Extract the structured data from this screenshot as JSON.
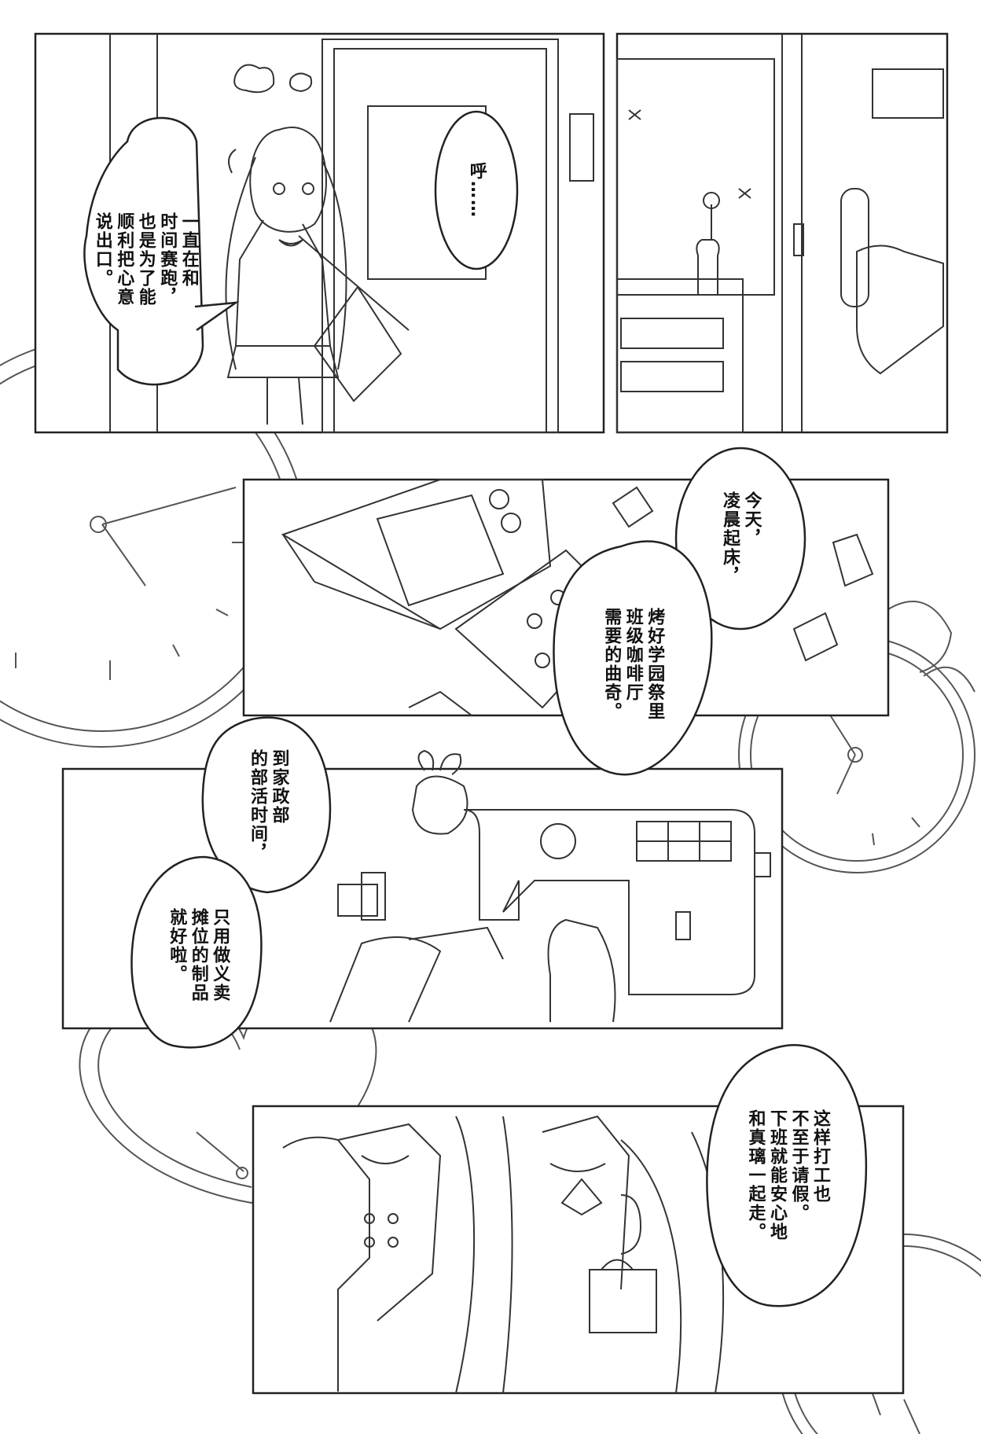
{
  "page": {
    "ink_color": "#333333",
    "paper_color": "#ffffff"
  },
  "bubbles": [
    {
      "id": "b1",
      "lines": [
        "一直在和",
        "时间赛跑，",
        "也是为了能",
        "顺利把心意",
        "说出口。"
      ]
    },
    {
      "id": "b2",
      "lines": [
        "呼……"
      ]
    },
    {
      "id": "b3",
      "lines": [
        "今天，",
        "凌晨起床，"
      ]
    },
    {
      "id": "b4",
      "lines": [
        "烤好学园祭里",
        "班级咖啡厅",
        "需要的曲奇。"
      ]
    },
    {
      "id": "b5",
      "lines": [
        "到家政部",
        "的部活时间，"
      ]
    },
    {
      "id": "b6",
      "lines": [
        "只用做义卖",
        "摊位的制品",
        "就好啦。"
      ]
    },
    {
      "id": "b7",
      "lines": [
        "这样打工也",
        "不至于请假。",
        "下班就能安心地",
        "和真璃一起走。"
      ]
    }
  ]
}
